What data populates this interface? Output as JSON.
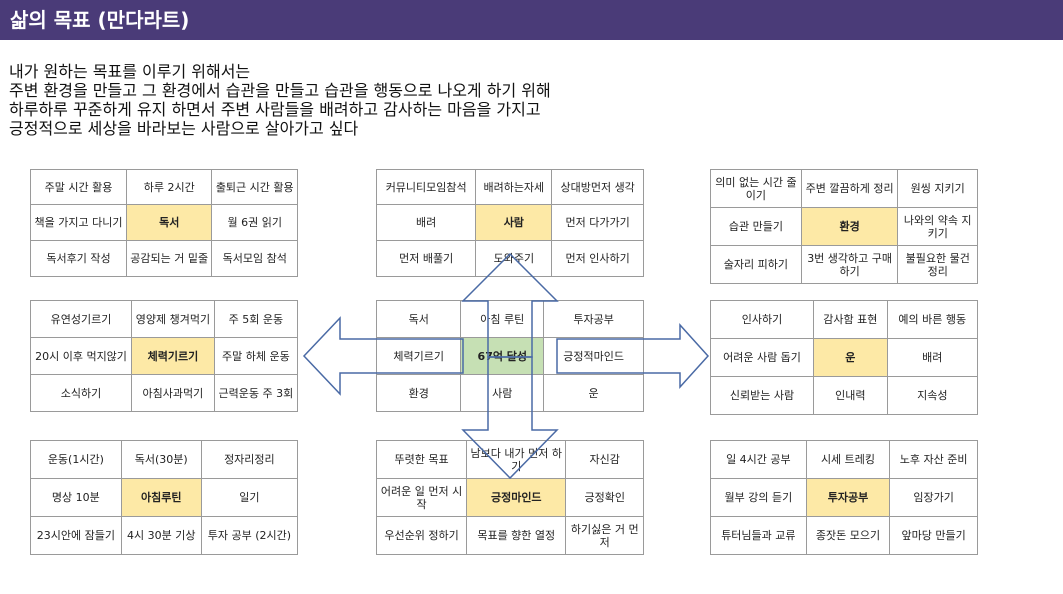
{
  "header": {
    "title": "삶의 목표 (만다라트)"
  },
  "intro": [
    "내가 원하는 목표를 이루기 위해서는",
    "주변 환경을 만들고 그 환경에서 습관을 만들고 습관을 행동으로 나오게 하기 위해",
    "하루하루 꾸준하게 유지 하면서 주변 사람들을 배려하고 감사하는 마음을 가지고",
    "긍정적으로 세상을 바라보는 사람으로 살아가고 싶다"
  ],
  "grids": [
    [
      "주말 시간 활용",
      "하루 2시간",
      "출퇴근 시간 활용",
      "책을 가지고 다니기",
      "독서",
      "월 6권 읽기",
      "독서후기 작성",
      "공감되는 거 밑줄",
      "독서모임 참석"
    ],
    [
      "커뮤니티모임참석",
      "배려하는자세",
      "상대방먼저 생각",
      "배려",
      "사람",
      "먼저 다가가기",
      "먼저 배풀기",
      "도와주기",
      "먼저 인사하기"
    ],
    [
      "의미 없는 시간 줄이기",
      "주변 깔끔하게 정리",
      "원씽 지키기",
      "습관 만들기",
      "환경",
      "나와의 약속 지키기",
      "술자리 피하기",
      "3번 생각하고 구매 하기",
      "불필요한 물건 정리"
    ],
    [
      "유연성기르기",
      "영양제 챙겨먹기",
      "주 5회 운동",
      "20시 이후 먹지않기",
      "체력기르기",
      "주말 하체 운동",
      "소식하기",
      "아침사과먹기",
      "근력운동 주 3회"
    ],
    [
      "독서",
      "아침 루틴",
      "투자공부",
      "체력기르기",
      "67억 달성",
      "긍정적마인드",
      "환경",
      "사람",
      "운"
    ],
    [
      "인사하기",
      "감사함 표현",
      "예의 바른 행동",
      "어려운 사람 돕기",
      "운",
      "배려",
      "신뢰받는 사람",
      "인내력",
      "지속성"
    ],
    [
      "운동(1시간)",
      "독서(30분)",
      "정자리정리",
      "명상 10분",
      "아침루틴",
      "일기",
      "23시안에 잠들기",
      "4시 30분 기상",
      "투자 공부 (2시간)"
    ],
    [
      "뚜렷한 목표",
      "남보다 내가 먼저 하기",
      "자신감",
      "어려운 일 먼저 시작",
      "긍정마인드",
      "긍정확인",
      "우선순위 정하기",
      "목표를 향한 열정",
      "하기싫은 거 먼저"
    ],
    [
      "일 4시간 공부",
      "시세 트레킹",
      "노후 자산 준비",
      "월부 강의 듣기",
      "투자공부",
      "임장가기",
      "튜터님들과 교류",
      "종잣돈 모으기",
      "앞마당 만들기"
    ]
  ],
  "colors": {
    "header_bg": "#4a3b78",
    "center_cell": "#fde9a6",
    "core_cell": "#c6e0b4",
    "arrow_stroke": "#4a6aa5"
  }
}
